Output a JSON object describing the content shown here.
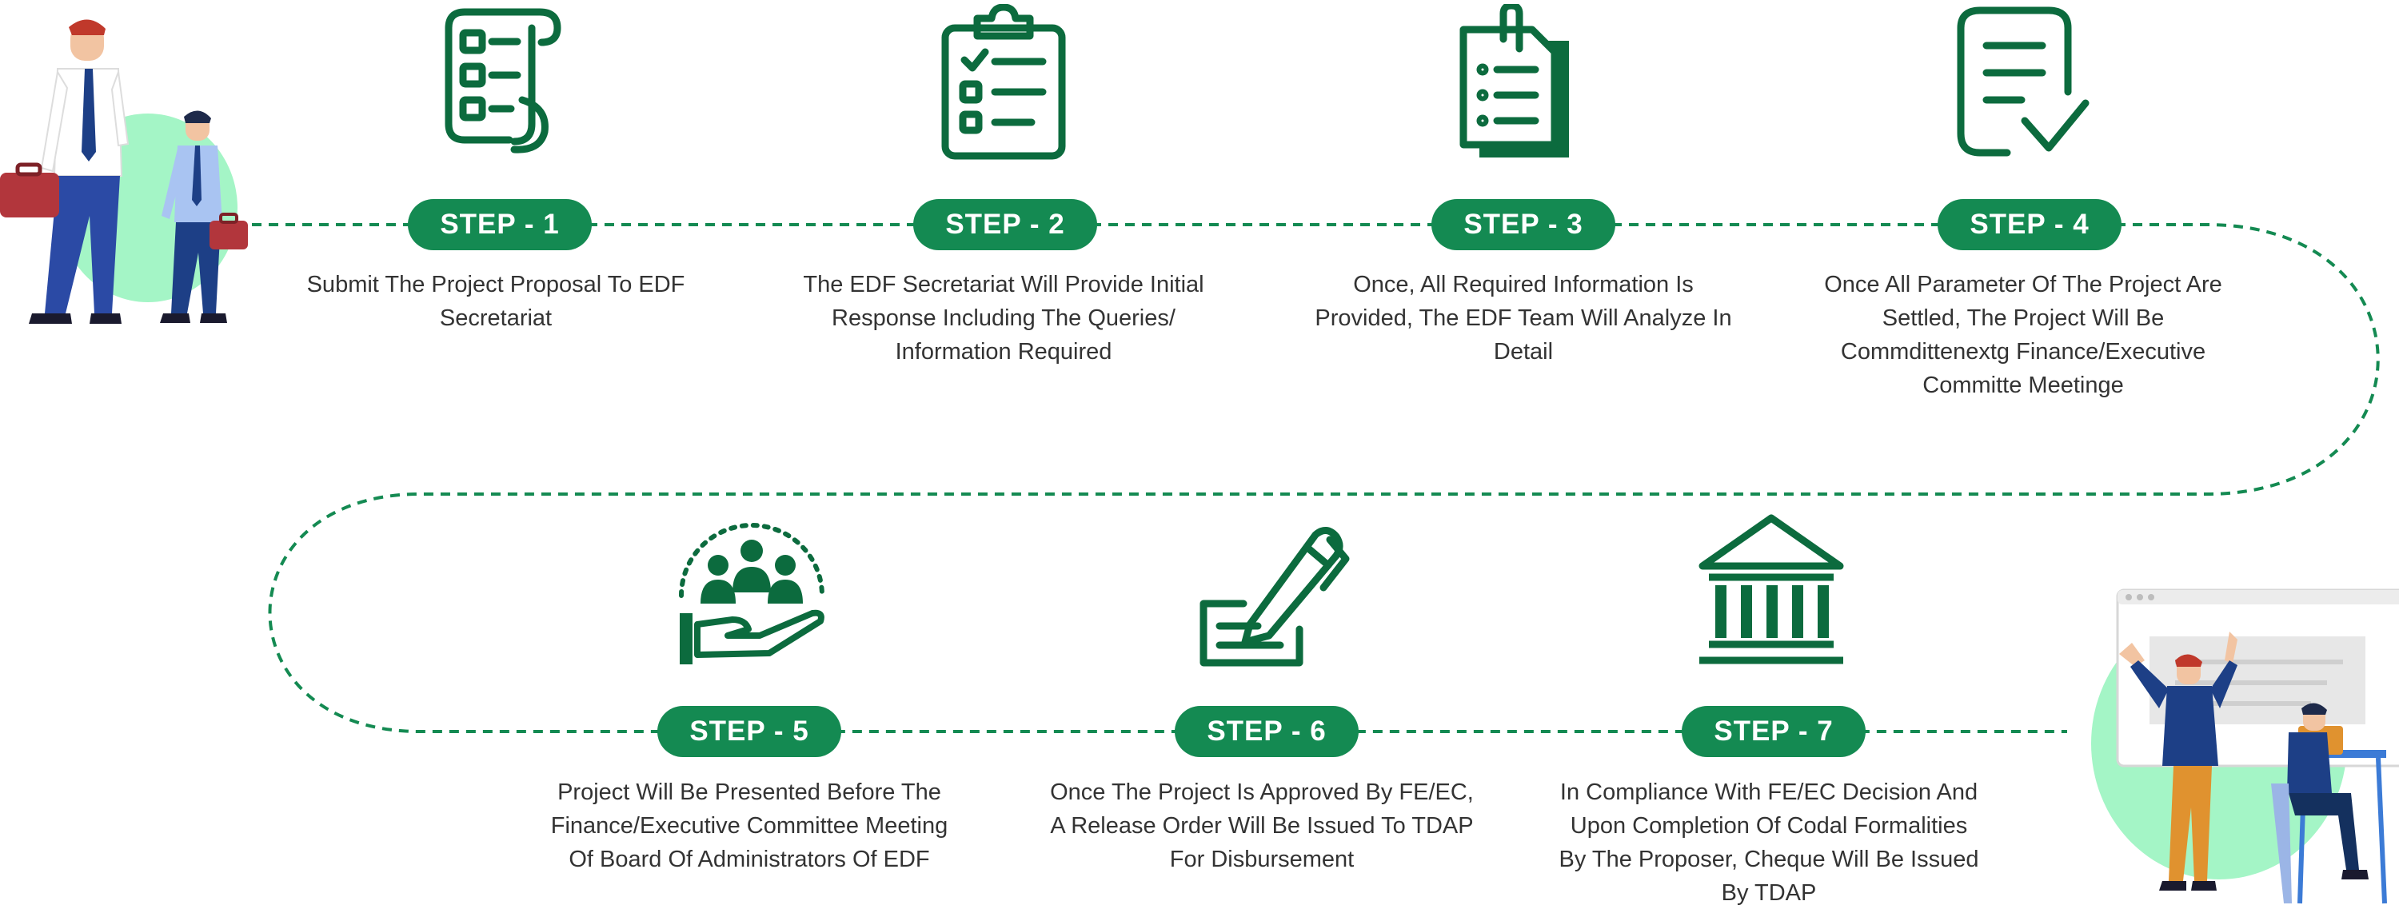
{
  "colors": {
    "primary": "#0c6b3e",
    "pill": "#148a52",
    "accent_blob": "#a4f5c6",
    "text": "#333333"
  },
  "steps": [
    {
      "label": "STEP - 1",
      "icon": "checklist-scroll-icon",
      "lines": [
        "Submit The Project Proposal To EDF",
        "Secretariat"
      ]
    },
    {
      "label": "STEP - 2",
      "icon": "clipboard-checklist-icon",
      "lines": [
        "The EDF Secretariat Will Provide Initial",
        "Response Including The Queries/",
        "Information Required"
      ]
    },
    {
      "label": "STEP - 3",
      "icon": "clipped-document-icon",
      "lines": [
        "Once, All Required Information Is",
        "Provided, The EDF Team Will Analyze In",
        "Detail"
      ]
    },
    {
      "label": "STEP - 4",
      "icon": "approved-document-icon",
      "lines": [
        "Once All Parameter Of The Project Are",
        "Settled, The Project Will Be",
        "Commdittenextg Finance/Executive",
        "Committe Meetinge"
      ]
    },
    {
      "label": "STEP - 5",
      "icon": "committee-presentation-icon",
      "lines": [
        "Project Will Be Presented Before The",
        "Finance/Executive Committee Meeting",
        "Of Board Of Administrators Of EDF"
      ]
    },
    {
      "label": "STEP - 6",
      "icon": "signing-cheque-icon",
      "lines": [
        "Once The Project Is Approved By FE/EC,",
        "A Release Order Will Be Issued To TDAP",
        "For Disbursement"
      ]
    },
    {
      "label": "STEP - 7",
      "icon": "bank-building-icon",
      "lines": [
        "In Compliance With FE/EC Decision And",
        "Upon Completion Of Codal Formalities",
        "By The Proposer, Cheque Will Be Issued",
        "By TDAP"
      ]
    }
  ]
}
